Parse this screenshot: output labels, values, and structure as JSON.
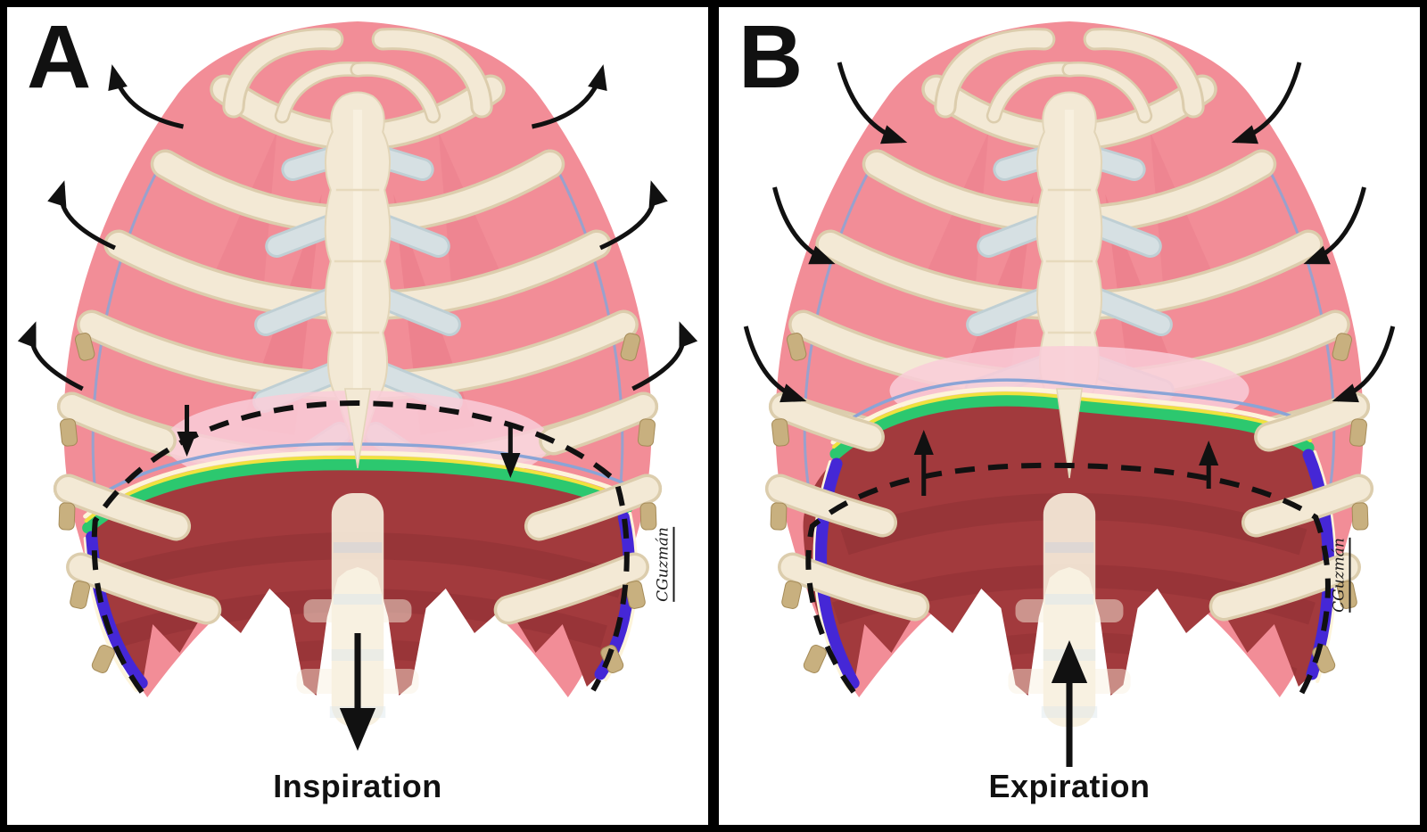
{
  "figure": {
    "type": "anatomical diagram of breathing mechanics",
    "subject": "rib cage and diaphragm, anterior view"
  },
  "panels": [
    {
      "label": "A",
      "caption": "Inspiration",
      "signature": "CGuzmán",
      "ribcage_arrows": "curved, pointing up and outward (rib cage expands)",
      "diaphragm_arrows": "short arrows pointing down from dashed resting line",
      "central_arrow": "long arrow pointing down (diaphragm descends)"
    },
    {
      "label": "B",
      "caption": "Expiration",
      "signature": "CGuzmán",
      "ribcage_arrows": "curved, pointing down and inward (rib cage recoils)",
      "diaphragm_arrows": "short arrows pointing up toward elevated dome",
      "central_arrow": "long arrow pointing up (diaphragm rises)"
    }
  ],
  "colors": {
    "frame_black": "#000000",
    "panel_white": "#ffffff",
    "ink_black": "#111111",
    "bone": "#f3e9d5",
    "bone_edge": "#dccdad",
    "cartilage": "#d6e0e3",
    "cartilage_edge": "#bfcfd4",
    "muscle_pink": "#f28d97",
    "muscle_pink_dark": "#e4707f",
    "pericardium_pink": "#f9cdd8",
    "pleura_blue": "#8aa4d6",
    "diaphragm_green": "#2cc86f",
    "line_yellow": "#efe23f",
    "line_cream": "#fdf4da",
    "diaphragm_maroon": "#a23a3d",
    "diaphragm_shadow": "#8b2f33",
    "pleura_purple": "#4527d6",
    "rib_end_tan": "#c8b07f",
    "spine_cream": "#f8f0de",
    "disc_blue": "#d9e4e9"
  }
}
